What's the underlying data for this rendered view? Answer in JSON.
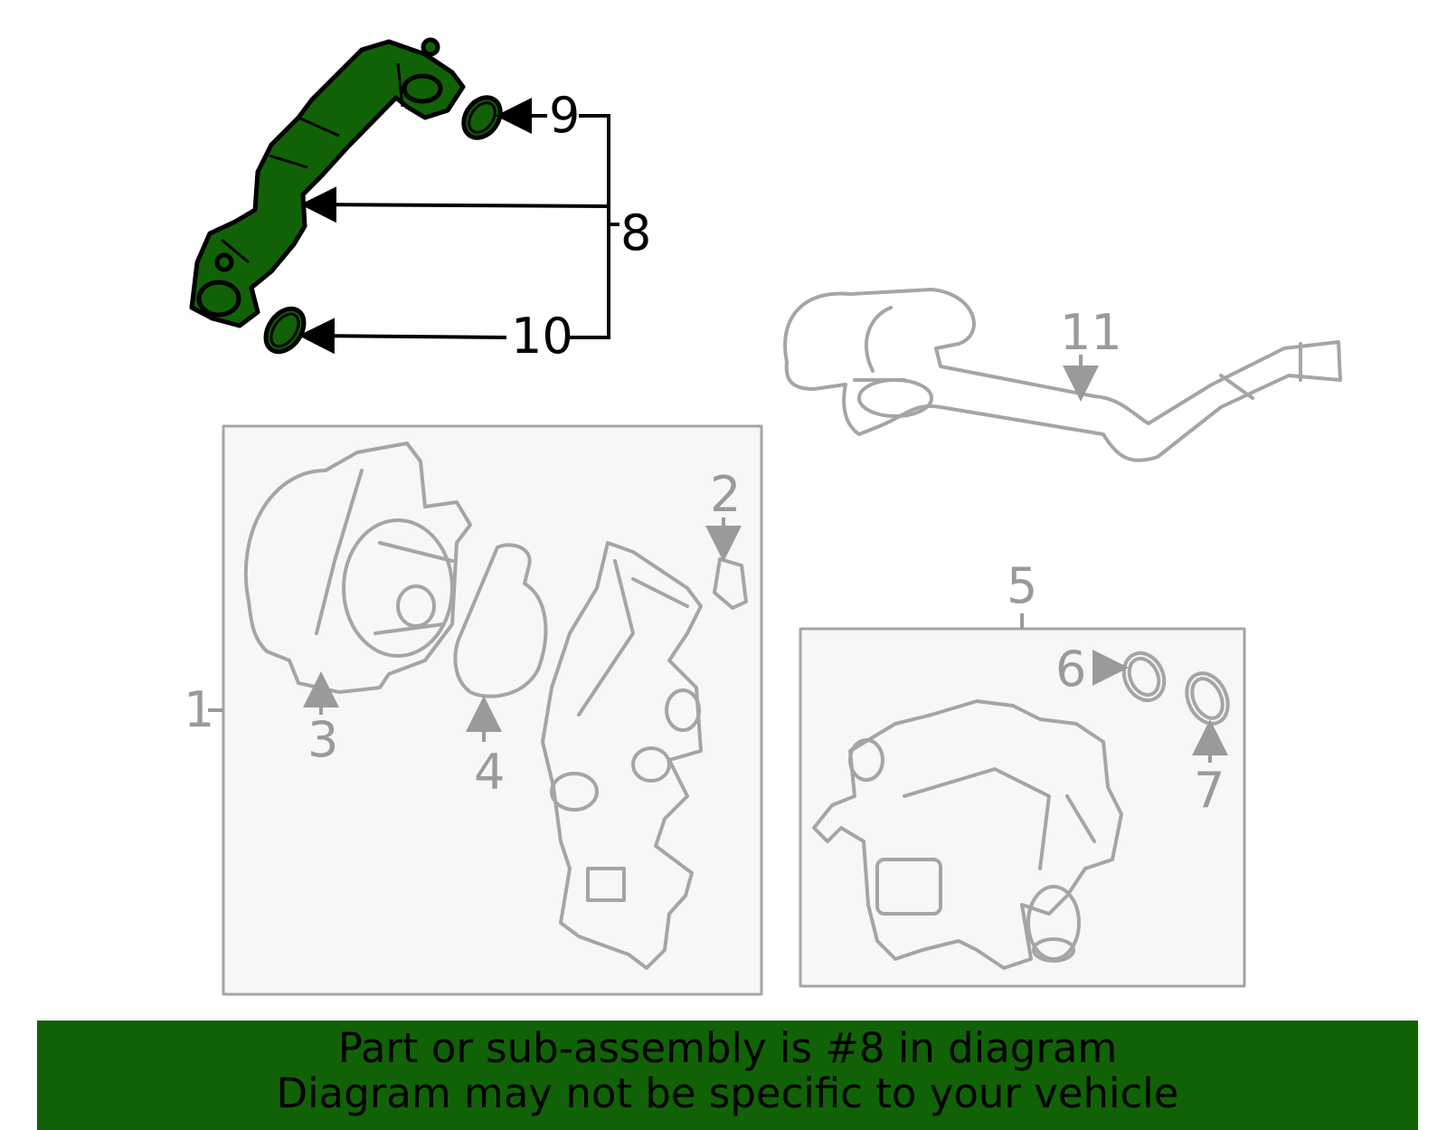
{
  "diagram": {
    "callouts": {
      "c1": "1",
      "c2": "2",
      "c3": "3",
      "c4": "4",
      "c5": "5",
      "c6": "6",
      "c7": "7",
      "c8": "8",
      "c9": "9",
      "c10": "10",
      "c11": "11"
    },
    "highlight_color": "#116206",
    "muted_color": "#a5a5a5"
  },
  "banner": {
    "line1": "Part or sub-assembly is #8 in diagram",
    "line2": "Diagram may not be specific to your vehicle"
  }
}
